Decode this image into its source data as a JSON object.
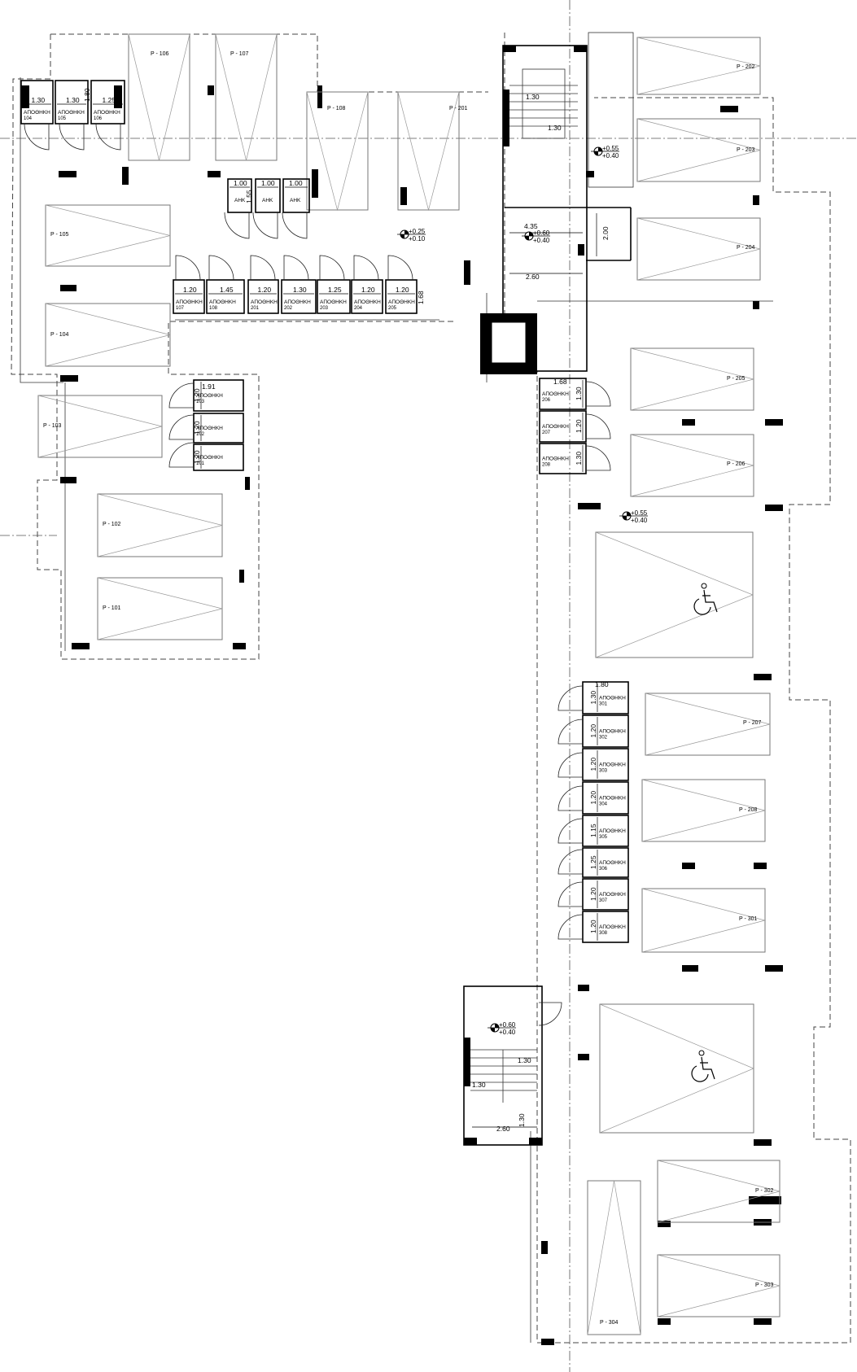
{
  "title": "Floor plan - parking and storage level",
  "parking": [
    "P - 106",
    "P - 107",
    "P - 108",
    "P - 201",
    "P - 202",
    "P - 203",
    "P - 204",
    "P - 205",
    "P - 206",
    "P - 207",
    "P - 208",
    "P - 301",
    "P - 302",
    "P - 303",
    "P - 304",
    "P - 105",
    "P - 104",
    "P - 103",
    "P - 102",
    "P - 101"
  ],
  "accessible_spaces": [
    "wheelchair-icon",
    "wheelchair-icon"
  ],
  "storage_label": "ΑΠΟΘΗΚΗ",
  "utility_label": "ΑΗΚ",
  "storages": [
    {
      "number": "104",
      "width": "1.30"
    },
    {
      "number": "105",
      "width": "1.30"
    },
    {
      "number": "106",
      "width": "1.25"
    },
    {
      "number": "107",
      "width": "1.20"
    },
    {
      "number": "108",
      "width": "1.45"
    },
    {
      "number": "201",
      "width": "1.20"
    },
    {
      "number": "202",
      "width": "1.30"
    },
    {
      "number": "203",
      "width": "1.25"
    },
    {
      "number": "204",
      "width": "1.20"
    },
    {
      "number": "205",
      "width": "1.20"
    },
    {
      "number": "103",
      "width": "1.20"
    },
    {
      "number": "102",
      "width": "1.20"
    },
    {
      "number": "101",
      "width": "1.20"
    },
    {
      "number": "206",
      "width": "1.30"
    },
    {
      "number": "207",
      "width": "1.20"
    },
    {
      "number": "208",
      "width": "1.30"
    },
    {
      "number": "301",
      "width": "1.30"
    },
    {
      "number": "302",
      "width": "1.20"
    },
    {
      "number": "303",
      "width": "1.20"
    },
    {
      "number": "304",
      "width": "1.20"
    },
    {
      "number": "305",
      "width": "1.15"
    },
    {
      "number": "306",
      "width": "1.25"
    },
    {
      "number": "307",
      "width": "1.20"
    },
    {
      "number": "308",
      "width": "1.20"
    }
  ],
  "utilities": [
    {
      "width": "1.00"
    },
    {
      "width": "1.00"
    },
    {
      "width": "1.00"
    }
  ],
  "extra_dimensions": [
    "1.80",
    "1.55",
    "1.68",
    "1.91",
    "1.68",
    "1.80",
    "1.30",
    "1.30",
    "4.35",
    "2.00",
    "2.60",
    "1.30",
    "1.30",
    "1.30",
    "2.60"
  ],
  "levels": [
    {
      "top": "+0.25",
      "bottom": "+0.10"
    },
    {
      "top": "+0.55",
      "bottom": "+0.40"
    },
    {
      "top": "+0.60",
      "bottom": "+0.40"
    },
    {
      "top": "+0.55",
      "bottom": "+0.40"
    },
    {
      "top": "+0.60",
      "bottom": "+0.40"
    }
  ]
}
